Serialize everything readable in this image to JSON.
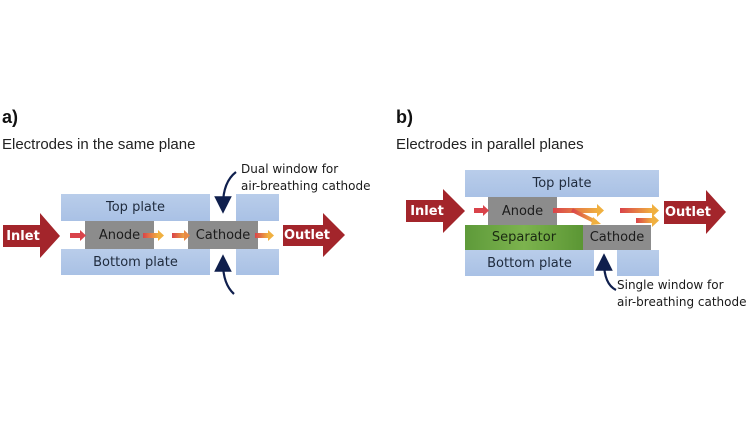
{
  "panel_a": {
    "label": "a)",
    "subtitle": "Electrodes in the same plane",
    "top_plate": "Top plate",
    "bottom_plate": "Bottom plate",
    "anode": "Anode",
    "cathode": "Cathode",
    "inlet": "Inlet",
    "outlet": "Outlet",
    "note_line1": "Dual window for",
    "note_line2": "air-breathing cathode"
  },
  "panel_b": {
    "label": "b)",
    "subtitle": "Electrodes in parallel planes",
    "top_plate": "Top plate",
    "bottom_plate": "Bottom plate",
    "anode": "Anode",
    "cathode": "Cathode",
    "separator": "Separator",
    "inlet": "Inlet",
    "outlet": "Outlet",
    "note_line1": "Single window for",
    "note_line2": "air-breathing cathode"
  },
  "colors": {
    "big_arrow": "#a3252b",
    "flow_start": "#d9434a",
    "flow_end": "#f0b040",
    "plate": "#b0c7e8",
    "electrode": "#8c8c8c",
    "separator": "#6aa543",
    "pointer": "#0f1f4d"
  }
}
